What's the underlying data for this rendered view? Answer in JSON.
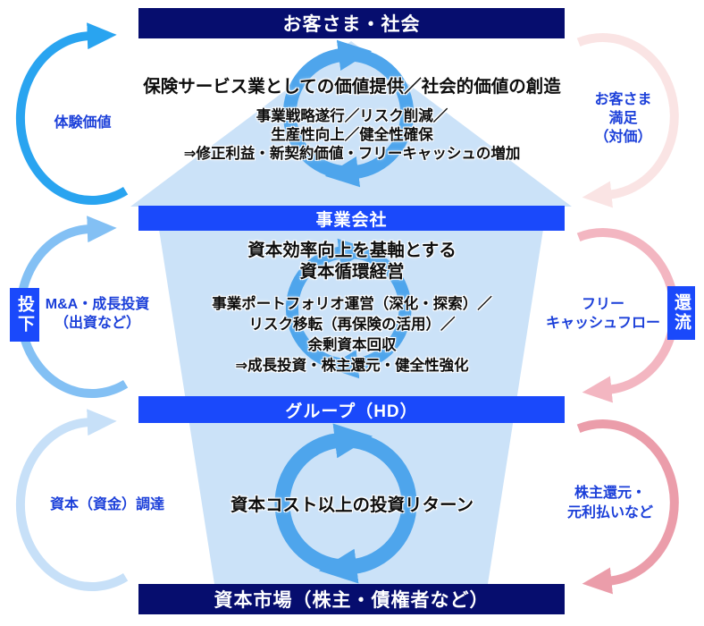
{
  "layers": [
    {
      "label": "お客さま・社会"
    },
    {
      "label": "事業会社"
    },
    {
      "label": "グループ（HD）"
    },
    {
      "label": "資本市場（株主・債権者など）"
    }
  ],
  "sections": [
    {
      "heading": "保険サービス業としての価値提供／社会的価値の創造",
      "details": "事業戦略遂行／リスク削減／\n生産性向上／健全性確保\n⇒修正利益・新契約価値・フリーキャッシュの増加"
    },
    {
      "heading": "資本効率向上を基軸とする\n資本循環経営",
      "details": "事業ポートフォリオ運営（深化・探索）／\nリスク移転（再保険の活用）／\n余剰資本回収\n⇒成長投資・株主還元・健全性強化"
    },
    {
      "heading": "資本コスト以上の投資リターン"
    }
  ],
  "left_flows": [
    {
      "label": "体験価値"
    },
    {
      "label": "M&A・成長投資\n（出資など）"
    },
    {
      "label": "資本（資金）調達"
    }
  ],
  "right_flows": [
    {
      "label": "お客さま\n満足\n（対価）"
    },
    {
      "label": "フリー\nキャッシュフロー"
    },
    {
      "label": "株主還元・\n元利払いなど"
    }
  ],
  "tabs": {
    "left": "投下",
    "right": "還流"
  },
  "colors": {
    "navy_bar": "#060d6e",
    "blue_bar": "#1a49fb",
    "label_blue": "#1b3fd9",
    "big_arrow": "#cbe2f8",
    "cycle_arrows": "#4ea5ec",
    "left_arc_top": "#29a4f0",
    "left_arc_mid": "#83c0f4",
    "left_arc_bottom": "#c7e0f8",
    "right_arc_top": "#fae4e4",
    "right_arc_mid": "#f3b6c1",
    "right_arc_bottom": "#eb9daa"
  }
}
